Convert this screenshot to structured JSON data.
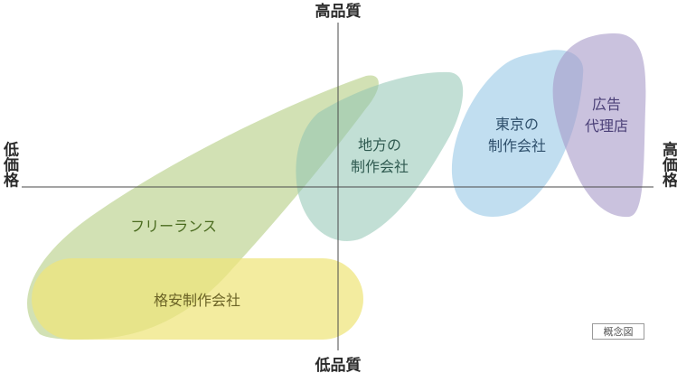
{
  "axes": {
    "top": "高品質",
    "bottom": "低品質",
    "left": "低価格",
    "right": "高価格"
  },
  "regions": {
    "freelance": {
      "label": "フリーランス",
      "fill": "#b7cf86",
      "text_color": "#4a6b1f"
    },
    "budget": {
      "label": "格安制作会社",
      "fill": "#eee47a",
      "text_color": "#6b6326"
    },
    "local": {
      "label_line1": "地方の",
      "label_line2": "制作会社",
      "fill": "#8fc4b3",
      "text_color": "#2f5a50"
    },
    "tokyo": {
      "label_line1": "東京の",
      "label_line2": "制作会社",
      "fill": "#8ec3e3",
      "text_color": "#2e4f6b"
    },
    "agency": {
      "label_line1": "広告",
      "label_line2": "代理店",
      "fill": "#a79ac8",
      "text_color": "#4a3f77"
    }
  },
  "note": "概念図"
}
